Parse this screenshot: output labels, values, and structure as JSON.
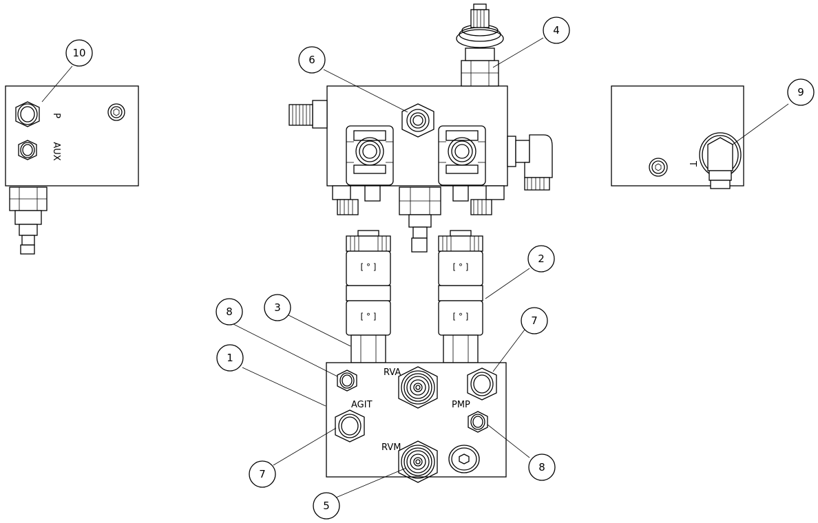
{
  "callouts": [
    "10",
    "6",
    "4",
    "9",
    "2",
    "3",
    "8",
    "1",
    "7",
    "7",
    "8",
    "5"
  ],
  "port_labels": {
    "p": "P",
    "aux": "AUX",
    "t": "T",
    "rva": "RVA",
    "agit": "AGIT",
    "pmp": "PMP",
    "rvm": "RVM"
  }
}
